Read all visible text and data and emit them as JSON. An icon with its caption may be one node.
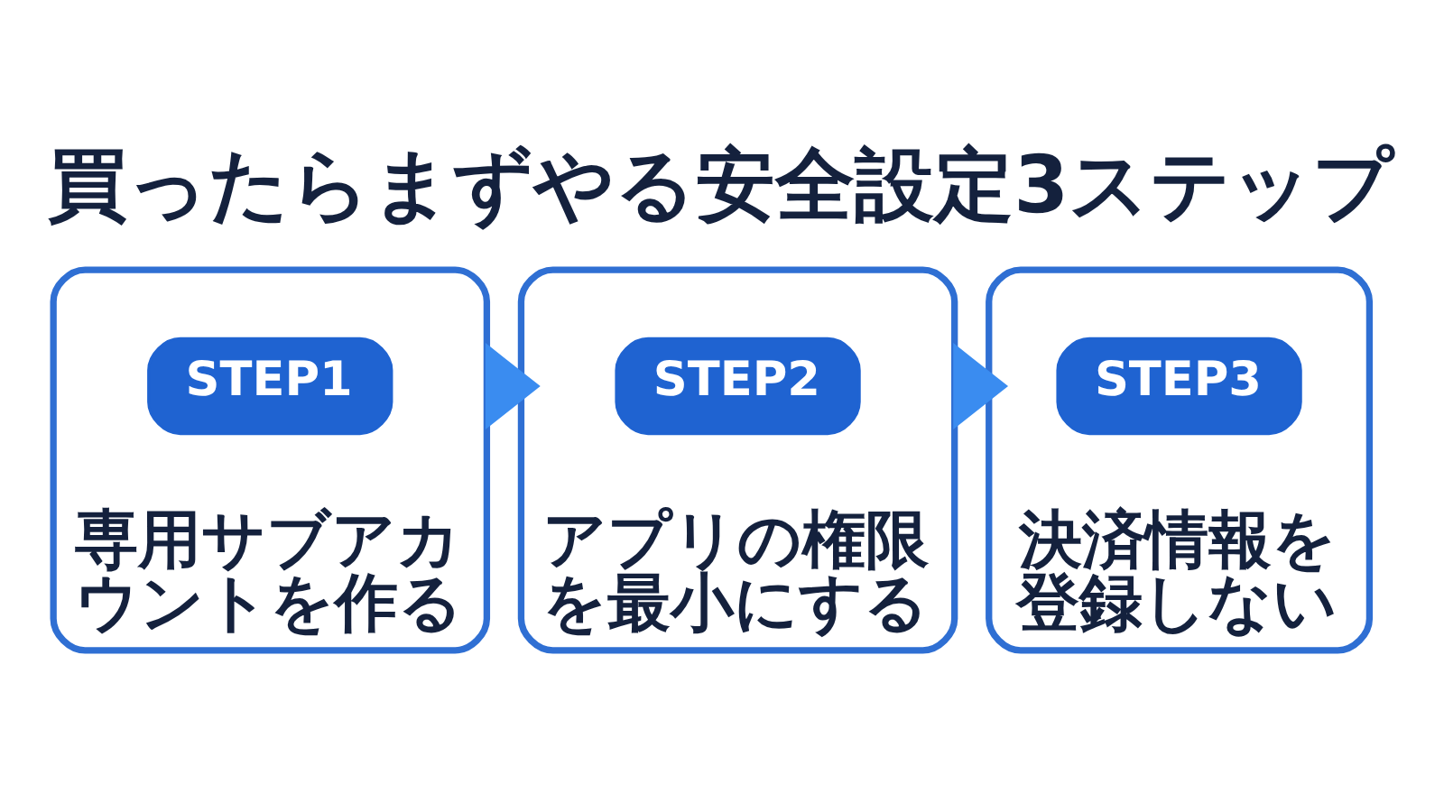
{
  "diagram": {
    "title": "買ったらまずやる安全設定3ステップ",
    "nodes": [
      {
        "text": [
          "専用サブアカウントを作る"
        ]
      },
      {
        "text": [
          "STEP1"
        ],
        "in": 0
      },
      {
        "text": [
          "アプリの権限を最小にする"
        ]
      },
      {
        "text": [
          "STEP2"
        ],
        "in": 2
      },
      {
        "text": [
          "決済情報を登録しない"
        ]
      },
      {
        "text": [
          "STEP3"
        ],
        "in": 4
      }
    ],
    "edges": [
      {
        "from": 0,
        "to": 2,
        "arrow": "to"
      },
      {
        "from": 2,
        "to": 4,
        "arrow": "to"
      }
    ]
  }
}
